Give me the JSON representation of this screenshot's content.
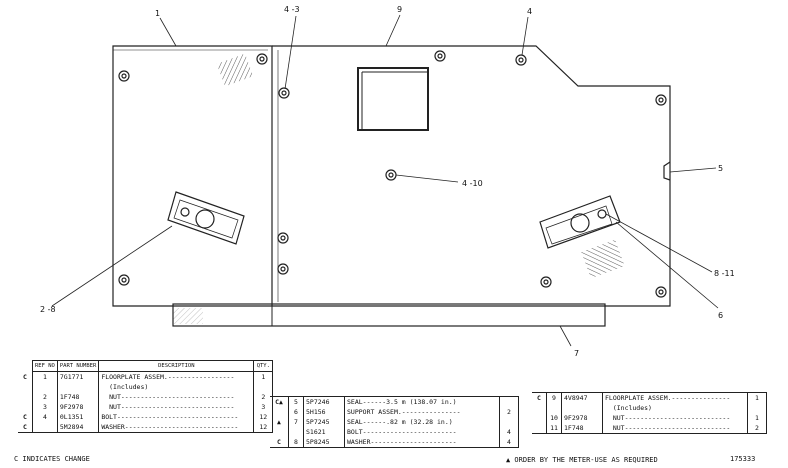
{
  "callouts": {
    "c1": "1",
    "c4_3": "4 -3",
    "c9": "9",
    "c4": "4",
    "c5": "5",
    "c4_10": "4 -10",
    "c8_11": "8 -11",
    "c6": "6",
    "c7": "7",
    "c2_8": "2 -8"
  },
  "table1": {
    "headers": {
      "ref": "REF NO",
      "part": "PART NUMBER",
      "desc": "DESCRIPTION",
      "qty": "QTY."
    },
    "rows": [
      {
        "mark": "C",
        "ref": "1",
        "part": "7G1771",
        "desc": "FLOORPLATE ASSEM.-----------------",
        "qty": "1"
      },
      {
        "mark": "",
        "ref": "",
        "part": "",
        "desc": "  (Includes)",
        "qty": ""
      },
      {
        "mark": "",
        "ref": "2",
        "part": "1F748",
        "desc": "  NUT-----------------------------",
        "qty": "2"
      },
      {
        "mark": "",
        "ref": "3",
        "part": "9F2978",
        "desc": "  NUT-----------------------------",
        "qty": "3"
      },
      {
        "mark": "C",
        "ref": "4",
        "part": "0L1351",
        "desc": "BOLT-------------------------------",
        "qty": "12"
      },
      {
        "mark": "C",
        "ref": "",
        "part": "5M2894",
        "desc": "WASHER-----------------------------",
        "qty": "12"
      }
    ]
  },
  "table2": {
    "rows": [
      {
        "mark": "C▲",
        "ref": "5",
        "part": "5P7246",
        "desc": "SEAL------3.5 m (138.07 in.)",
        "qty": ""
      },
      {
        "mark": "",
        "ref": "6",
        "part": "5H156",
        "desc": "SUPPORT ASSEM.---------------",
        "qty": "2"
      },
      {
        "mark": "▲",
        "ref": "7",
        "part": "5P7245",
        "desc": "SEAL------.82 m (32.28 in.)",
        "qty": ""
      },
      {
        "mark": "",
        "ref": "",
        "part": "S1621",
        "desc": "BOLT------------------------",
        "qty": "4"
      },
      {
        "mark": "C",
        "ref": "8",
        "part": "5P8245",
        "desc": "WASHER----------------------",
        "qty": "4"
      }
    ]
  },
  "table3": {
    "rows": [
      {
        "mark": "C",
        "ref": "9",
        "part": "4V8947",
        "desc": "FLOORPLATE ASSEM.---------------",
        "qty": "1"
      },
      {
        "mark": "",
        "ref": "",
        "part": "",
        "desc": "  (Includes)",
        "qty": ""
      },
      {
        "mark": "",
        "ref": "10",
        "part": "9F2978",
        "desc": "  NUT---------------------------",
        "qty": "1"
      },
      {
        "mark": "",
        "ref": "11",
        "part": "1F748",
        "desc": "  NUT---------------------------",
        "qty": "2"
      }
    ]
  },
  "notes": {
    "change": "C INDICATES CHANGE",
    "order": "▲ ORDER BY THE METER-USE AS REQUIRED",
    "illus_no": "175333"
  }
}
